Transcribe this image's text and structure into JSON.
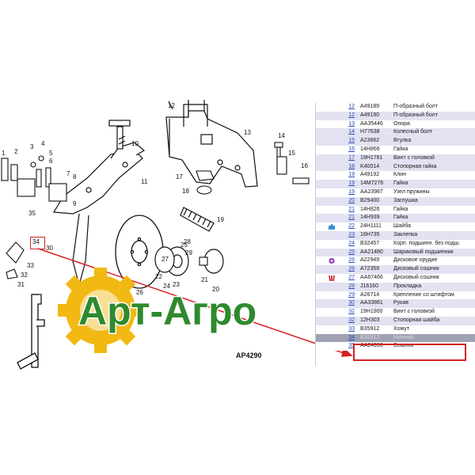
{
  "diagram": {
    "code": "AP4290",
    "callouts": [
      "1",
      "2",
      "3",
      "4",
      "5",
      "6",
      "7",
      "8",
      "9",
      "10",
      "11",
      "12",
      "13",
      "14",
      "15",
      "16",
      "17",
      "18",
      "19",
      "20",
      "21",
      "22",
      "23",
      "24",
      "25",
      "26",
      "27",
      "28",
      "29",
      "30",
      "31",
      "32",
      "33",
      "34",
      "35"
    ],
    "highlighted_callout": "34"
  },
  "logo": {
    "text": "Арт-Агро",
    "color": "#2e8a2e",
    "gear_color": "#f2b813"
  },
  "parts_table": {
    "rows": [
      {
        "num": "12",
        "code": "A49189",
        "desc": "П-образный болт",
        "style": "norm"
      },
      {
        "num": "12",
        "code": "A49190",
        "desc": "П-образный болт",
        "style": "alt"
      },
      {
        "num": "13",
        "code": "AA35446",
        "desc": "Опора",
        "style": "norm"
      },
      {
        "num": "14",
        "code": "H77638",
        "desc": "Колесный болт",
        "style": "alt"
      },
      {
        "num": "15",
        "code": "A23662",
        "desc": "Втулка",
        "style": "alt"
      },
      {
        "num": "16",
        "code": "14H866",
        "desc": "Гайка",
        "style": "norm"
      },
      {
        "num": "17",
        "code": "19H1781",
        "desc": "Винт с головкой",
        "style": "alt"
      },
      {
        "num": "18",
        "code": "K40014",
        "desc": "Стопорная гайка",
        "style": "alt"
      },
      {
        "num": "19",
        "code": "A49192",
        "desc": "Клин",
        "style": "norm"
      },
      {
        "num": "19",
        "code": "14M7276",
        "desc": "Гайка",
        "style": "alt"
      },
      {
        "num": "19",
        "code": "AA23987",
        "desc": "Узел пружины",
        "style": "norm"
      },
      {
        "num": "20",
        "code": "B29400",
        "desc": "Заглушка",
        "style": "alt"
      },
      {
        "num": "21",
        "code": "14H826",
        "desc": "Гайка",
        "style": "norm"
      },
      {
        "num": "21",
        "code": "14H939",
        "desc": "Гайка",
        "style": "alt"
      },
      {
        "num": "22",
        "code": "24H1111",
        "desc": "Шайба",
        "style": "norm",
        "icon": "puzzle"
      },
      {
        "num": "23",
        "code": "16H735",
        "desc": "Заклепка",
        "style": "alt"
      },
      {
        "num": "24",
        "code": "B32457",
        "desc": "Корп. подшипн. без подш.",
        "style": "norm"
      },
      {
        "num": "25",
        "code": "AA21480",
        "desc": "Шариковый подшипник",
        "style": "alt"
      },
      {
        "num": "26",
        "code": "A22949",
        "desc": "Дисковое орудие",
        "style": "norm",
        "icon": "gear"
      },
      {
        "num": "26",
        "code": "A72359",
        "desc": "Дисковый сошник",
        "style": "alt"
      },
      {
        "num": "27",
        "code": "AA67466",
        "desc": "Дисковый сошник",
        "style": "norm",
        "icon": "fork"
      },
      {
        "num": "28",
        "code": "J16160",
        "desc": "Прокладка",
        "style": "alt"
      },
      {
        "num": "29",
        "code": "A26714",
        "desc": "Крепление со штифтом",
        "style": "norm"
      },
      {
        "num": "30",
        "code": "AA33861",
        "desc": "Рукав",
        "style": "alt"
      },
      {
        "num": "32",
        "code": "19H1900",
        "desc": "Винт с головкой",
        "style": "norm"
      },
      {
        "num": "32",
        "code": "12H303",
        "desc": "Стопорная шайба",
        "style": "alt"
      },
      {
        "num": "33",
        "code": "B35912",
        "desc": "Хомут",
        "style": "norm"
      },
      {
        "num": "34",
        "code": "B35913",
        "desc": "Нижний",
        "style": "selected"
      },
      {
        "num": "35",
        "code": "AA24096",
        "desc": "Сошник",
        "style": "norm"
      }
    ]
  }
}
